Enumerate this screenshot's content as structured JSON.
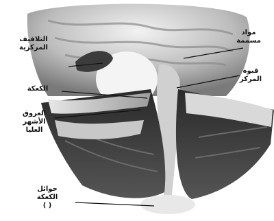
{
  "colors": {
    "background": "#ffffff",
    "tissue_light": "#d6d6d6",
    "tissue_mid": "#a9a9a9",
    "tissue_dark": "#3a3a3a",
    "leader": "#111111"
  },
  "labels": {
    "top_left": "التلافيف\nالمركزية",
    "top_right": "مواد\nمسممة",
    "mid_right": "قبوة\nالمركز",
    "mid_left": "الكعكة",
    "left": "العروق\nالأشهر\nالعليا",
    "bottom": "حوائل\nالكعكة\n( )"
  }
}
